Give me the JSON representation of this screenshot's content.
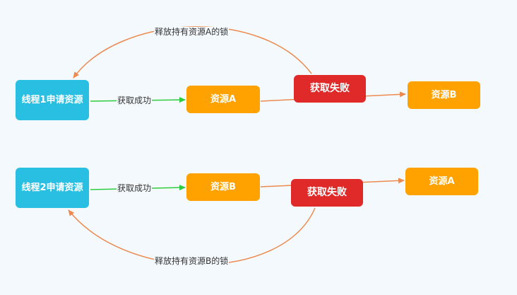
{
  "colors": {
    "background": "#f4f9fd",
    "thread": "#28bfe3",
    "resource": "#ffa200",
    "fail": "#e02a2a",
    "success_arrow": "#2ecc40",
    "wait_arrow": "#ec8a4f"
  },
  "row1": {
    "thread": "线程1申请资源",
    "resource_held": "资源A",
    "resource_wanted": "资源B",
    "acquire_ok": "获取成功",
    "acquire_fail": "获取失败",
    "release_note": "释放持有资源A的锁"
  },
  "row2": {
    "thread": "线程2申请资源",
    "resource_held": "资源B",
    "resource_wanted": "资源A",
    "acquire_ok": "获取成功",
    "acquire_fail": "获取失败",
    "release_note": "释放持有资源B的锁"
  }
}
